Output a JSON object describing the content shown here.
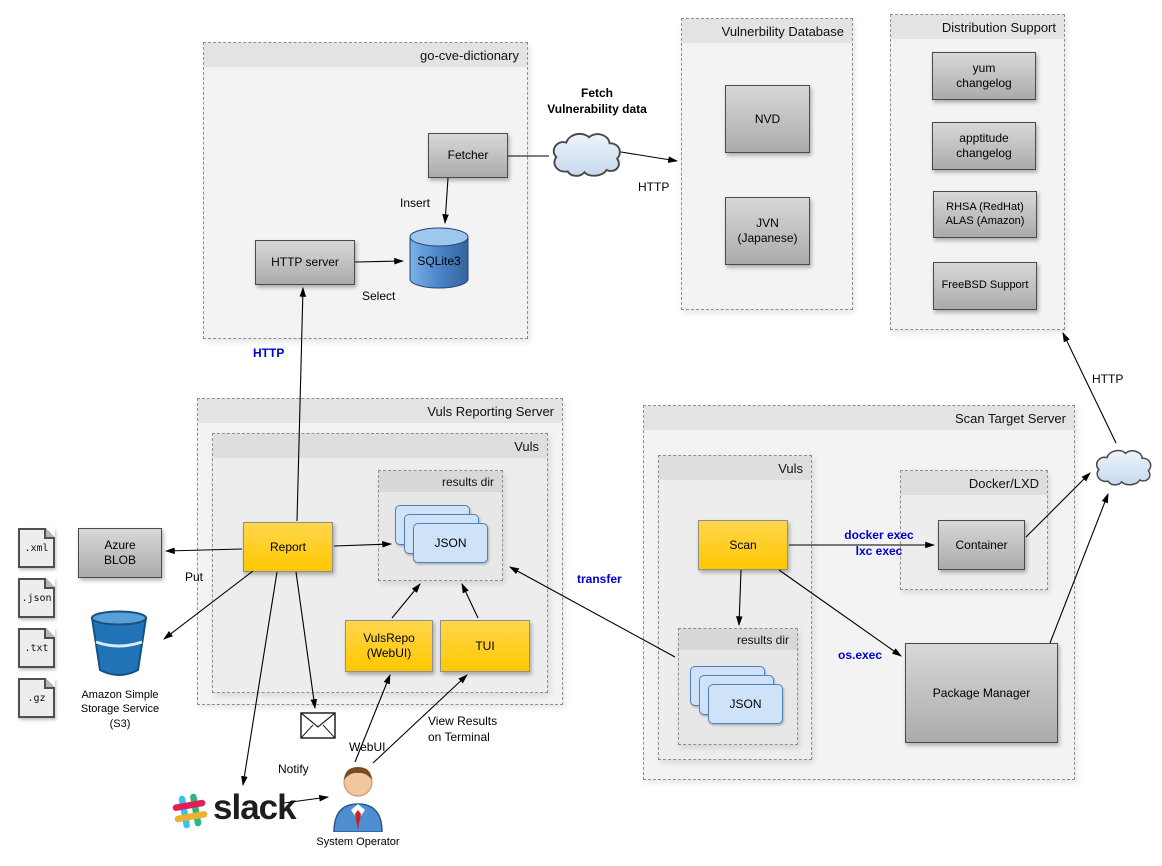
{
  "groups": {
    "go_cve_dictionary": "go-cve-dictionary",
    "vuln_db": "Vulnerbility Database",
    "dist_support": "Distribution Support",
    "reporting_server": "Vuls Reporting Server",
    "reporting_vuls": "Vuls",
    "reporting_results": "results dir",
    "scan_target": "Scan Target Server",
    "scan_vuls": "Vuls",
    "scan_results": "results dir",
    "docker_lxd": "Docker/LXD"
  },
  "nodes": {
    "fetcher": "Fetcher",
    "http_server": "HTTP server",
    "sqlite3": "SQLite3",
    "nvd": "NVD",
    "jvn": "JVN\n(Japanese)",
    "yum_changelog": "yum\nchangelog",
    "apptitude_changelog": "apptitude\nchangelog",
    "rhsa_alas": "RHSA (RedHat)\nALAS (Amazon)",
    "freebsd_support": "FreeBSD Support",
    "report": "Report",
    "json_report": "JSON",
    "vulsrepo": "VulsRepo\n(WebUI)",
    "tui": "TUI",
    "scan": "Scan",
    "json_scan": "JSON",
    "container": "Container",
    "package_manager": "Package Manager",
    "azure_blob": "Azure\nBLOB"
  },
  "files": [
    ".xml",
    ".json",
    ".txt",
    ".gz"
  ],
  "labels": {
    "fetch_vuln_data": "Fetch\nVulnerability data",
    "http_fetch": "HTTP",
    "insert": "Insert",
    "select": "Select",
    "http_report": "HTTP",
    "put": "Put",
    "transfer": "transfer",
    "docker_exec": "docker exec\nlxc exec",
    "os_exec": "os.exec",
    "http_dist": "HTTP",
    "notify": "Notify",
    "webui": "WebUI",
    "view_results": "View Results\non Terminal",
    "s3_caption": "Amazon Simple\nStorage Service\n(S3)",
    "system_operator": "System Operator",
    "slack_wordmark": "slack"
  },
  "colors": {
    "accent_yellow": "#FFC800",
    "node_gray": "#ABABAB",
    "json_blue": "#CFE3F8",
    "json_border": "#4F81BD",
    "blue_label": "#0000CC",
    "s3_blue": "#2073B7",
    "cylinder_blue": "#4A86C8",
    "cloud_fill": "#C7D9EE",
    "slack_blue": "#36C5F0",
    "slack_green": "#2EB67D",
    "slack_red": "#E01E5A",
    "slack_yellow": "#ECB22E"
  }
}
